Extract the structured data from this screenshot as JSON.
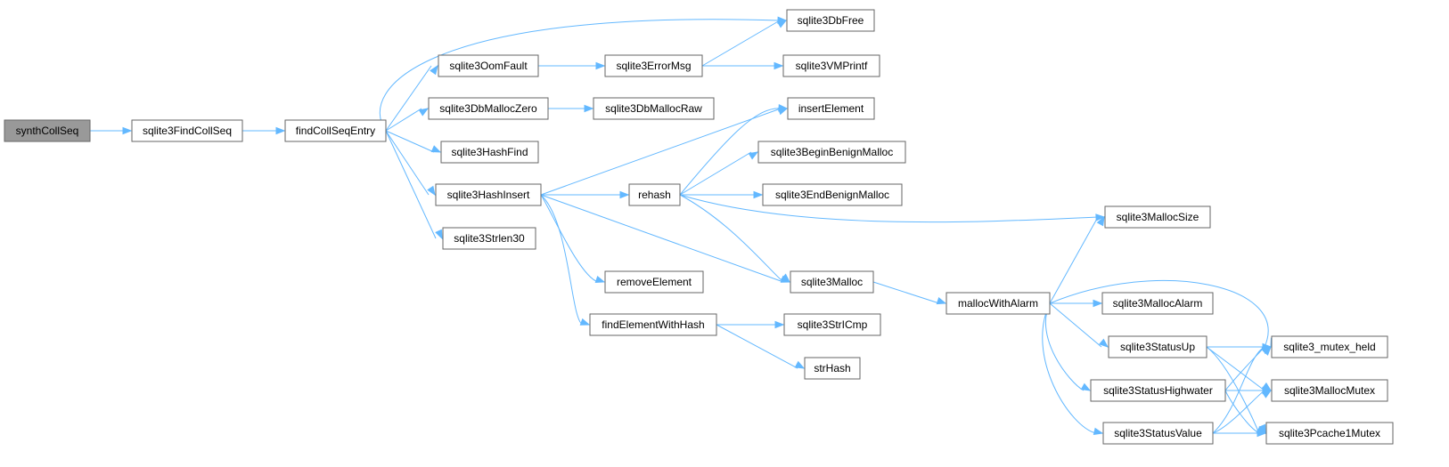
{
  "nodes": [
    {
      "id": "synthCollSeq",
      "label": "synthCollSeq",
      "root": true
    },
    {
      "id": "sqlite3FindCollSeq",
      "label": "sqlite3FindCollSeq"
    },
    {
      "id": "findCollSeqEntry",
      "label": "findCollSeqEntry"
    },
    {
      "id": "sqlite3OomFault",
      "label": "sqlite3OomFault"
    },
    {
      "id": "sqlite3DbMallocZero",
      "label": "sqlite3DbMallocZero"
    },
    {
      "id": "sqlite3HashFind",
      "label": "sqlite3HashFind"
    },
    {
      "id": "sqlite3HashInsert",
      "label": "sqlite3HashInsert"
    },
    {
      "id": "sqlite3Strlen30",
      "label": "sqlite3Strlen30"
    },
    {
      "id": "sqlite3ErrorMsg",
      "label": "sqlite3ErrorMsg"
    },
    {
      "id": "sqlite3DbMallocRaw",
      "label": "sqlite3DbMallocRaw"
    },
    {
      "id": "rehash",
      "label": "rehash"
    },
    {
      "id": "removeElement",
      "label": "removeElement"
    },
    {
      "id": "findElementWithHash",
      "label": "findElementWithHash"
    },
    {
      "id": "sqlite3DbFree",
      "label": "sqlite3DbFree"
    },
    {
      "id": "sqlite3VMPrintf",
      "label": "sqlite3VMPrintf"
    },
    {
      "id": "insertElement",
      "label": "insertElement"
    },
    {
      "id": "sqlite3BeginBenignMalloc",
      "label": "sqlite3BeginBenignMalloc"
    },
    {
      "id": "sqlite3EndBenignMalloc",
      "label": "sqlite3EndBenignMalloc"
    },
    {
      "id": "sqlite3Malloc",
      "label": "sqlite3Malloc"
    },
    {
      "id": "sqlite3StrICmp",
      "label": "sqlite3StrICmp"
    },
    {
      "id": "strHash",
      "label": "strHash"
    },
    {
      "id": "mallocWithAlarm",
      "label": "mallocWithAlarm"
    },
    {
      "id": "sqlite3MallocSize",
      "label": "sqlite3MallocSize"
    },
    {
      "id": "sqlite3MallocAlarm",
      "label": "sqlite3MallocAlarm"
    },
    {
      "id": "sqlite3StatusUp",
      "label": "sqlite3StatusUp"
    },
    {
      "id": "sqlite3StatusHighwater",
      "label": "sqlite3StatusHighwater"
    },
    {
      "id": "sqlite3StatusValue",
      "label": "sqlite3StatusValue"
    },
    {
      "id": "sqlite3_mutex_held",
      "label": "sqlite3_mutex_held"
    },
    {
      "id": "sqlite3MallocMutex",
      "label": "sqlite3MallocMutex"
    },
    {
      "id": "sqlite3Pcache1Mutex",
      "label": "sqlite3Pcache1Mutex"
    }
  ],
  "edges": [
    [
      "synthCollSeq",
      "sqlite3FindCollSeq"
    ],
    [
      "sqlite3FindCollSeq",
      "findCollSeqEntry"
    ],
    [
      "findCollSeqEntry",
      "sqlite3DbFree"
    ],
    [
      "findCollSeqEntry",
      "sqlite3OomFault"
    ],
    [
      "findCollSeqEntry",
      "sqlite3DbMallocZero"
    ],
    [
      "findCollSeqEntry",
      "sqlite3HashFind"
    ],
    [
      "findCollSeqEntry",
      "sqlite3HashInsert"
    ],
    [
      "findCollSeqEntry",
      "sqlite3Strlen30"
    ],
    [
      "sqlite3OomFault",
      "sqlite3ErrorMsg"
    ],
    [
      "sqlite3ErrorMsg",
      "sqlite3DbFree"
    ],
    [
      "sqlite3ErrorMsg",
      "sqlite3VMPrintf"
    ],
    [
      "sqlite3DbMallocZero",
      "sqlite3DbMallocRaw"
    ],
    [
      "sqlite3HashInsert",
      "insertElement"
    ],
    [
      "sqlite3HashInsert",
      "rehash"
    ],
    [
      "sqlite3HashInsert",
      "sqlite3Malloc"
    ],
    [
      "sqlite3HashInsert",
      "removeElement"
    ],
    [
      "sqlite3HashInsert",
      "findElementWithHash"
    ],
    [
      "rehash",
      "insertElement"
    ],
    [
      "rehash",
      "sqlite3BeginBenignMalloc"
    ],
    [
      "rehash",
      "sqlite3EndBenignMalloc"
    ],
    [
      "rehash",
      "sqlite3MallocSize"
    ],
    [
      "rehash",
      "sqlite3Malloc"
    ],
    [
      "findElementWithHash",
      "sqlite3StrICmp"
    ],
    [
      "findElementWithHash",
      "strHash"
    ],
    [
      "sqlite3Malloc",
      "mallocWithAlarm"
    ],
    [
      "mallocWithAlarm",
      "sqlite3MallocSize"
    ],
    [
      "mallocWithAlarm",
      "sqlite3_mutex_held"
    ],
    [
      "mallocWithAlarm",
      "sqlite3MallocAlarm"
    ],
    [
      "mallocWithAlarm",
      "sqlite3StatusUp"
    ],
    [
      "mallocWithAlarm",
      "sqlite3StatusHighwater"
    ],
    [
      "mallocWithAlarm",
      "sqlite3StatusValue"
    ],
    [
      "sqlite3StatusUp",
      "sqlite3_mutex_held"
    ],
    [
      "sqlite3StatusUp",
      "sqlite3MallocMutex"
    ],
    [
      "sqlite3StatusUp",
      "sqlite3Pcache1Mutex"
    ],
    [
      "sqlite3StatusHighwater",
      "sqlite3_mutex_held"
    ],
    [
      "sqlite3StatusHighwater",
      "sqlite3MallocMutex"
    ],
    [
      "sqlite3StatusHighwater",
      "sqlite3Pcache1Mutex"
    ],
    [
      "sqlite3StatusValue",
      "sqlite3_mutex_held"
    ],
    [
      "sqlite3StatusValue",
      "sqlite3MallocMutex"
    ],
    [
      "sqlite3StatusValue",
      "sqlite3Pcache1Mutex"
    ]
  ],
  "colors": {
    "edge": "#63b8ff",
    "node_border": "#666666",
    "root_fill": "#999999",
    "node_fill": "#ffffff"
  }
}
